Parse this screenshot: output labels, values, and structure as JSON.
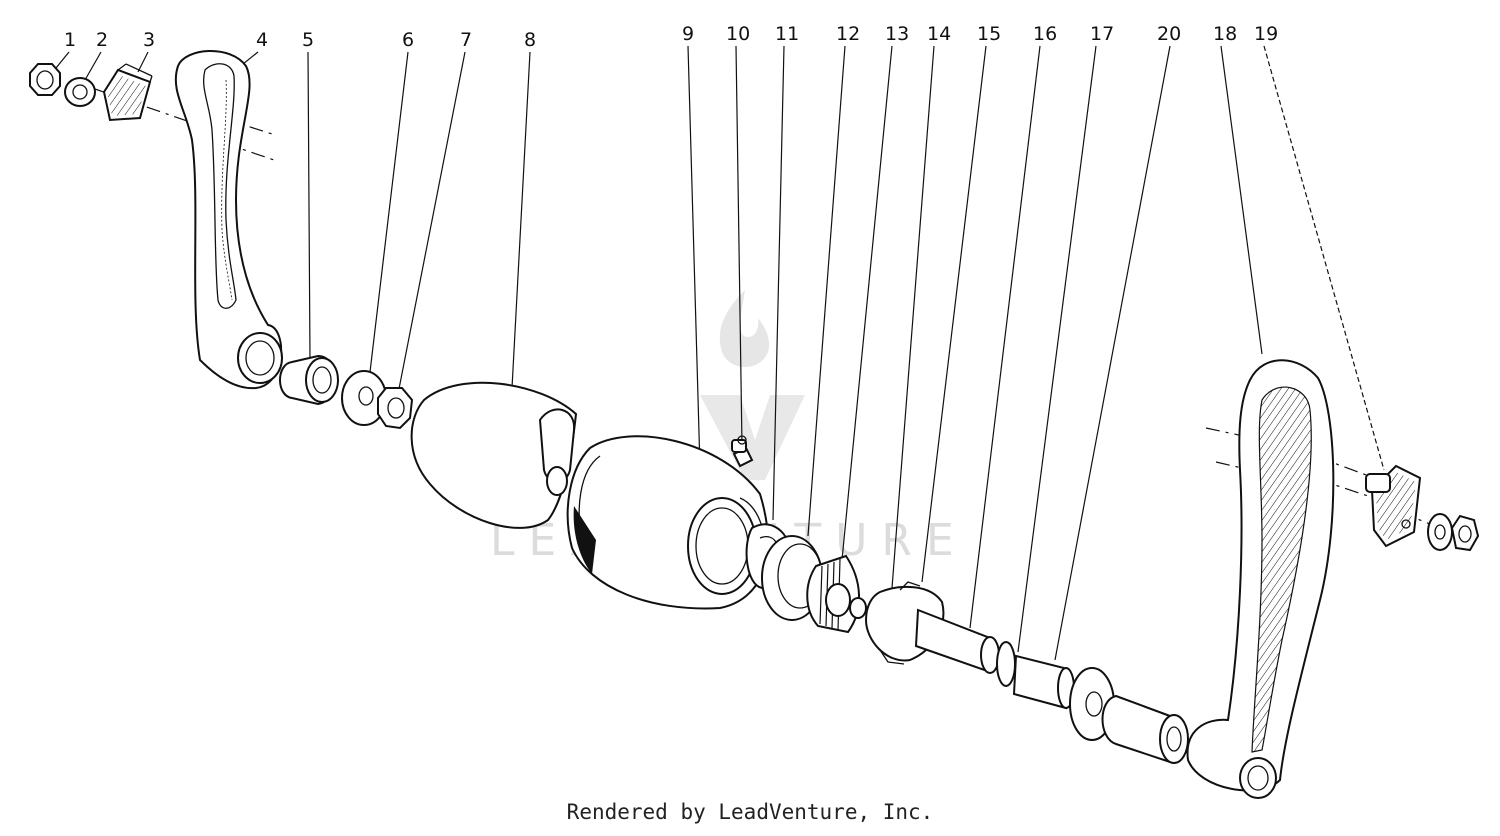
{
  "diagram": {
    "callouts": [
      "1",
      "2",
      "3",
      "4",
      "5",
      "6",
      "7",
      "8",
      "9",
      "10",
      "11",
      "12",
      "13",
      "14",
      "15",
      "16",
      "17",
      "20",
      "18",
      "19"
    ],
    "watermark": "LEADVENTURE",
    "credit": "Rendered by LeadVenture, Inc."
  }
}
